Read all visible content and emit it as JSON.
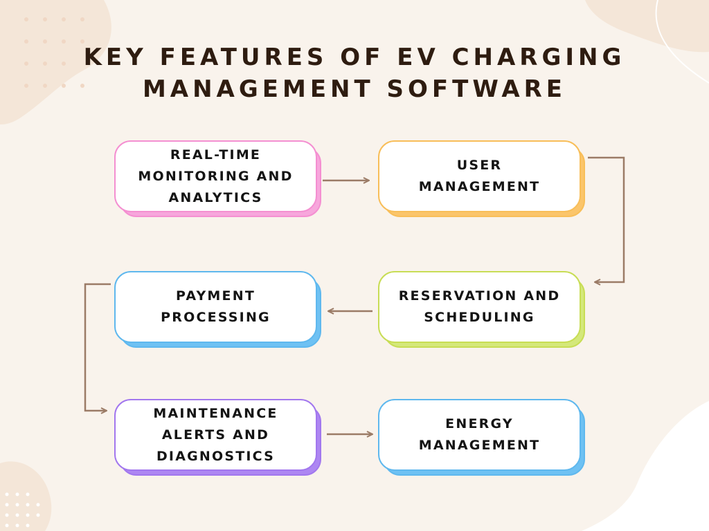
{
  "title": {
    "line1": "KEY FEATURES OF EV CHARGING",
    "line2": "MANAGEMENT SOFTWARE"
  },
  "nodes": [
    {
      "id": "realtime",
      "lines": [
        "REAL-TIME",
        "MONITORING AND",
        "ANALYTICS"
      ],
      "color": "#f48fd1"
    },
    {
      "id": "user",
      "lines": [
        "USER",
        "MANAGEMENT"
      ],
      "color": "#f8be59"
    },
    {
      "id": "reservation",
      "lines": [
        "RESERVATION AND",
        "SCHEDULING"
      ],
      "color": "#c8dd55"
    },
    {
      "id": "payment",
      "lines": [
        "PAYMENT",
        "PROCESSING"
      ],
      "color": "#5fb8ee"
    },
    {
      "id": "maintenance",
      "lines": [
        "MAINTENANCE",
        "ALERTS AND",
        "DIAGNOSTICS"
      ],
      "color": "#a277ee"
    },
    {
      "id": "energy",
      "lines": [
        "ENERGY",
        "MANAGEMENT"
      ],
      "color": "#5fb8ee"
    }
  ],
  "flow": [
    "realtime",
    "user",
    "reservation",
    "payment",
    "maintenance",
    "energy"
  ],
  "colors": {
    "background": "#f9f3ec",
    "title": "#2e1c10",
    "arrow": "#9b7b66",
    "blob": "#f4e6d8"
  }
}
